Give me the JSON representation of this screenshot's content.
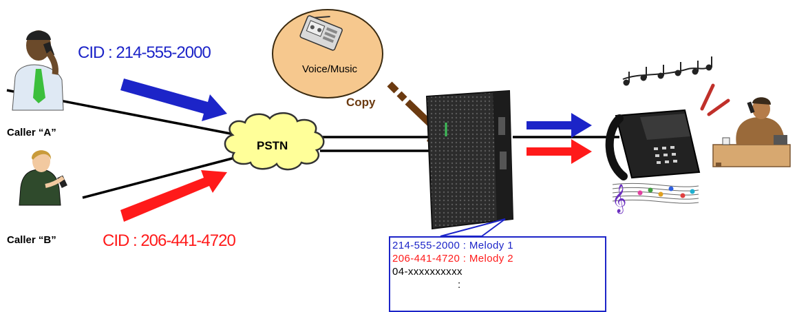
{
  "callers": [
    {
      "label": "Caller “A”",
      "cid": "CID : 214-555-2000",
      "color": "#1c24c8"
    },
    {
      "label": "Caller “B”",
      "cid": "CID : 206-441-4720",
      "color": "#ff1a1a"
    }
  ],
  "network": {
    "label": "PSTN"
  },
  "source": {
    "label": "Voice/Music",
    "action": "Copy"
  },
  "melody_table": {
    "rows": [
      {
        "text": "214-555-2000 : Melody 1",
        "color": "#1c24c8"
      },
      {
        "text": "206-441-4720 : Melody 2",
        "color": "#ff1a1a"
      },
      {
        "text": "04-xxxxxxxxxx",
        "color": "#000000"
      },
      {
        "text": ":",
        "color": "#000000"
      }
    ]
  },
  "colors": {
    "blue": "#1c24c8",
    "red": "#ff1a1a",
    "copy_brown": "#6b3a10",
    "bubble_fill": "#f6c88e"
  }
}
